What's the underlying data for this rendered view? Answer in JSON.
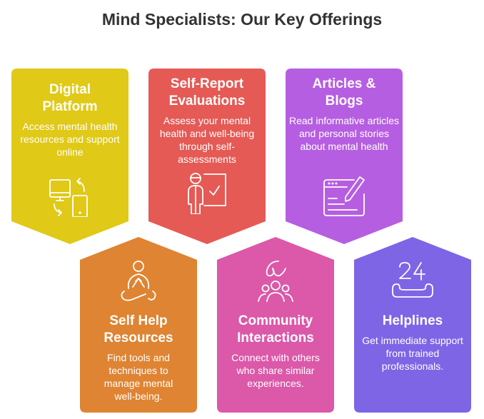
{
  "title": "Mind Specialists: Our Key Offerings",
  "cards": [
    {
      "title": "Digital Platform",
      "desc": "Access mental health resources and support online",
      "icon": "devices-sync-icon",
      "color": "#E0C917"
    },
    {
      "title": "Self-Report Evaluations",
      "desc": "Assess your mental health and well-being through self-assessments",
      "icon": "person-checkmark-board-icon",
      "color": "#E55A55"
    },
    {
      "title": "Articles & Blogs",
      "desc": "Read informative articles and personal stories about mental health",
      "icon": "document-pen-icon",
      "color": "#B65EE2"
    },
    {
      "title": "Self Help Resources",
      "desc": "Find tools and techniques to manage mental well-being.",
      "icon": "meditation-icon",
      "color": "#DF8432"
    },
    {
      "title": "Community Interactions",
      "desc": "Connect with others who share similar experiences.",
      "icon": "community-group-icon",
      "color": "#DC58A8"
    },
    {
      "title": "Helplines",
      "desc": "Get immediate support from trained professionals.",
      "icon": "phone-24-icon",
      "color": "#7D65E6"
    }
  ]
}
